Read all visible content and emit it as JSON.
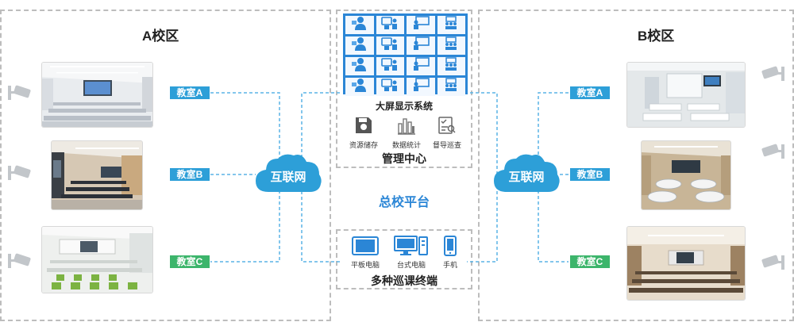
{
  "campus_a": {
    "title": "A校区",
    "rooms": [
      {
        "label": "教室A",
        "color": "#2d9fd8"
      },
      {
        "label": "教室B",
        "color": "#2d9fd8"
      },
      {
        "label": "教室C",
        "color": "#3cb56b"
      }
    ]
  },
  "campus_b": {
    "title": "B校区",
    "rooms": [
      {
        "label": "教室A",
        "color": "#2d9fd8"
      },
      {
        "label": "教室B",
        "color": "#2d9fd8"
      },
      {
        "label": "教室C",
        "color": "#3cb56b"
      }
    ]
  },
  "cloud_left": {
    "label": "互联网"
  },
  "cloud_right": {
    "label": "互联网"
  },
  "center": {
    "display_system": "大屏显示系统",
    "tools": [
      {
        "label": "资源储存",
        "icon": "disk-icon"
      },
      {
        "label": "数据统计",
        "icon": "bar-chart-icon"
      },
      {
        "label": "督导巡查",
        "icon": "checklist-icon"
      }
    ],
    "management": "管理中心",
    "platform": "总校平台",
    "devices": [
      {
        "label": "平板电脑",
        "icon": "tablet-icon"
      },
      {
        "label": "台式电脑",
        "icon": "desktop-icon"
      },
      {
        "label": "手机",
        "icon": "phone-icon"
      }
    ],
    "terminals": "多种巡课终端"
  },
  "colors": {
    "accent": "#2b86d6",
    "cloud": "#2d9fd8",
    "line": "#5ab4e5",
    "green": "#3cb56b"
  }
}
